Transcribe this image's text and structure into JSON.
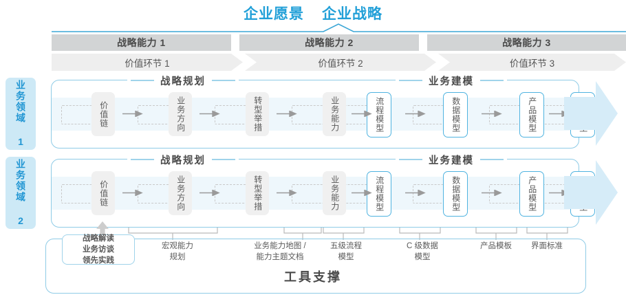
{
  "header": {
    "vision": "企业愿景",
    "strategy": "企业战略"
  },
  "capability_bars": [
    {
      "label": "战略能力 1"
    },
    {
      "label": "战略能力 2"
    },
    {
      "label": "战略能力 3"
    }
  ],
  "value_chain_bars": [
    {
      "label": "价值环节 1"
    },
    {
      "label": "价值环节 2"
    },
    {
      "label": "价值环节 3"
    }
  ],
  "side_labels": [
    {
      "label": "业务领域 1"
    },
    {
      "label": "业务领域 2"
    }
  ],
  "sections": {
    "planning": "战略规划",
    "modeling": "业务建模"
  },
  "nodes": {
    "planning": [
      {
        "label": "价值链"
      },
      {
        "label": "业务方向"
      },
      {
        "label": "转型举措"
      },
      {
        "label": "业务能力"
      }
    ],
    "modeling": [
      {
        "label": "流程模型"
      },
      {
        "label": "数据模型"
      },
      {
        "label": "产品模型"
      },
      {
        "label": "体验模型"
      }
    ]
  },
  "tool_support": {
    "title": "工具支撑",
    "strategy_box": [
      "战略解读",
      "业务访谈",
      "领先实践"
    ],
    "captions": [
      {
        "line1": "宏观能力",
        "line2": "规划"
      },
      {
        "line1": "业务能力地图 /",
        "line2": "能力主题文档"
      },
      {
        "line1": "五级流程",
        "line2": "模型"
      },
      {
        "line1": "C 级数据",
        "line2": "模型"
      },
      {
        "line1": "产品模板",
        "line2": ""
      },
      {
        "line1": "界面标准",
        "line2": ""
      }
    ]
  },
  "colors": {
    "accent_blue": "#22a0d8",
    "border_blue": "#8ecbe6",
    "node_blue": "#4fb3e0",
    "band": "#eef7fc",
    "bar_dark": "#d2d4d5",
    "bar_light": "#eeeeee",
    "side_bg": "#cde9f6",
    "text_dark": "#4a4a4a"
  }
}
